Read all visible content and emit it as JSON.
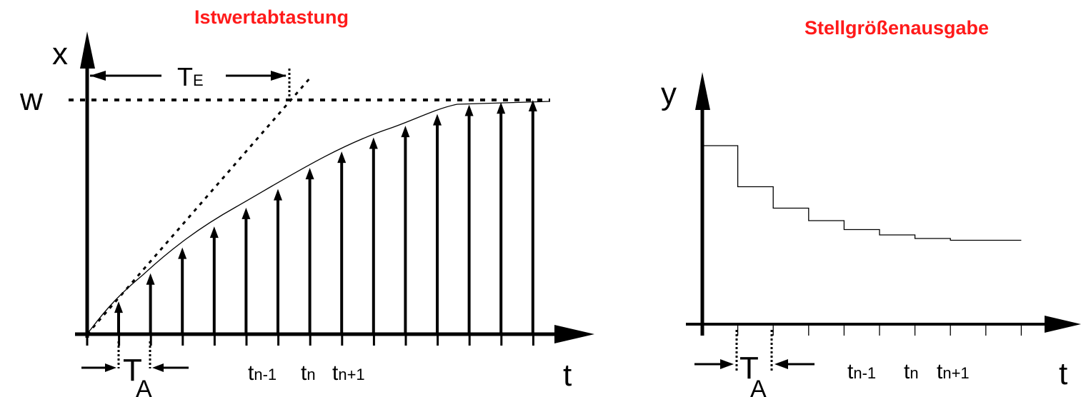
{
  "left": {
    "title": "Istwertabtastung",
    "y_axis_label": "x",
    "x_axis_label": "t",
    "setpoint_label": "w",
    "te_label": "T",
    "te_sub": "E",
    "ta_label": "T",
    "ta_sub": "A",
    "ticks": [
      {
        "base": "t",
        "sub": "n-1"
      },
      {
        "base": "t",
        "sub": "n"
      },
      {
        "base": "t",
        "sub": "n+1"
      }
    ],
    "sample_values": [
      0.14,
      0.26,
      0.37,
      0.46,
      0.54,
      0.62,
      0.71,
      0.78,
      0.84,
      0.89,
      0.94,
      0.98,
      0.99,
      1.0
    ]
  },
  "right": {
    "title": "Stellgrößenausgabe",
    "y_axis_label": "y",
    "x_axis_label": "t",
    "ta_label": "T",
    "ta_sub": "A",
    "ticks": [
      {
        "base": "t",
        "sub": "n-1"
      },
      {
        "base": "t",
        "sub": "n"
      },
      {
        "base": "t",
        "sub": "n+1"
      }
    ],
    "step_values": [
      1.0,
      0.77,
      0.65,
      0.58,
      0.53,
      0.5,
      0.48,
      0.47,
      0.47
    ]
  }
}
